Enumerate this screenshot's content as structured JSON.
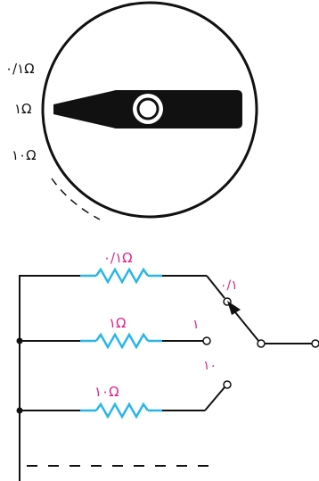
{
  "colors": {
    "ink": "#111111",
    "resistor": "#29b6e8",
    "label": "#e0208a",
    "background": "#ffffff"
  },
  "dial": {
    "labels": [
      "۰/۱Ω",
      "۱Ω",
      "۱۰Ω"
    ]
  },
  "circuit": {
    "resistors": [
      {
        "label": "۰/۱Ω",
        "contact_label": "۰/۱"
      },
      {
        "label": "۱Ω",
        "contact_label": "۱"
      },
      {
        "label": "۱۰Ω",
        "contact_label": "۱۰"
      }
    ]
  }
}
